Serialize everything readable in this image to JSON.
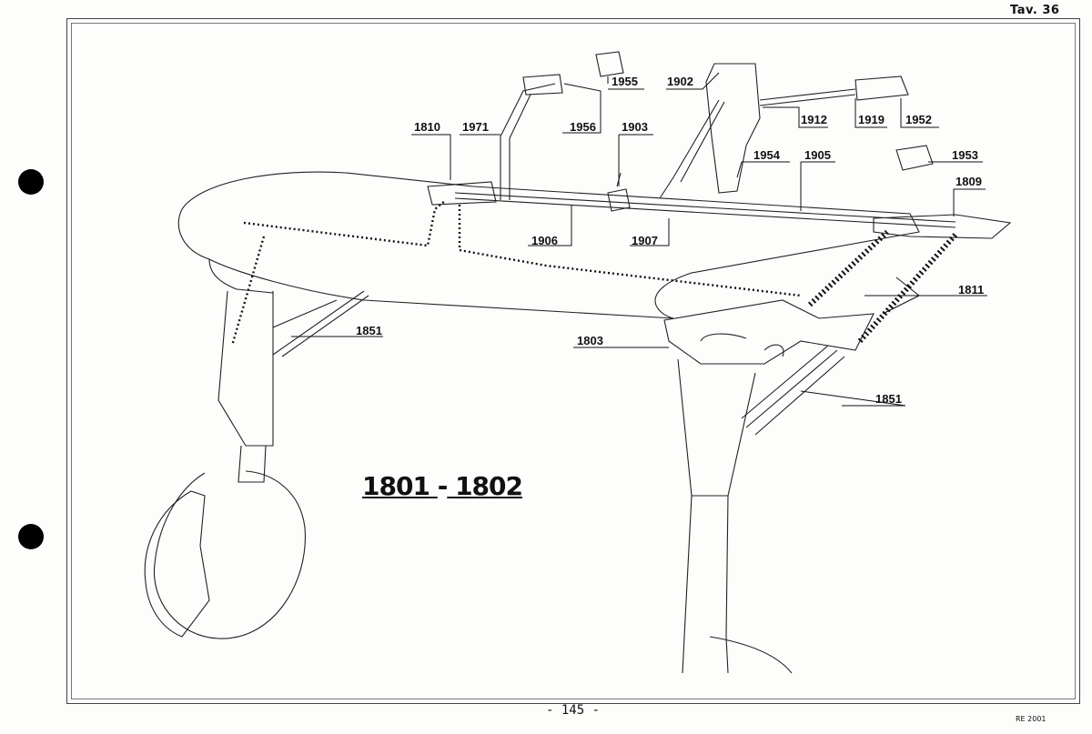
{
  "header": {
    "plate": "Tav. 36"
  },
  "footer": {
    "page": "- 145 -",
    "code": "RE 2001"
  },
  "title": {
    "main": "1801",
    "dash": "-",
    "second": "1802"
  },
  "labels": {
    "l1955": "1955",
    "l1902": "1902",
    "l1810": "1810",
    "l1971": "1971",
    "l1956": "1956",
    "l1903": "1903",
    "l1912": "1912",
    "l1919": "1919",
    "l1952": "1952",
    "l1954": "1954",
    "l1905": "1905",
    "l1953": "1953",
    "l1809": "1809",
    "l1906": "1906",
    "l1907": "1907",
    "l1811": "1811",
    "l1851a": "1851",
    "l1803": "1803",
    "l1851b": "1851"
  }
}
